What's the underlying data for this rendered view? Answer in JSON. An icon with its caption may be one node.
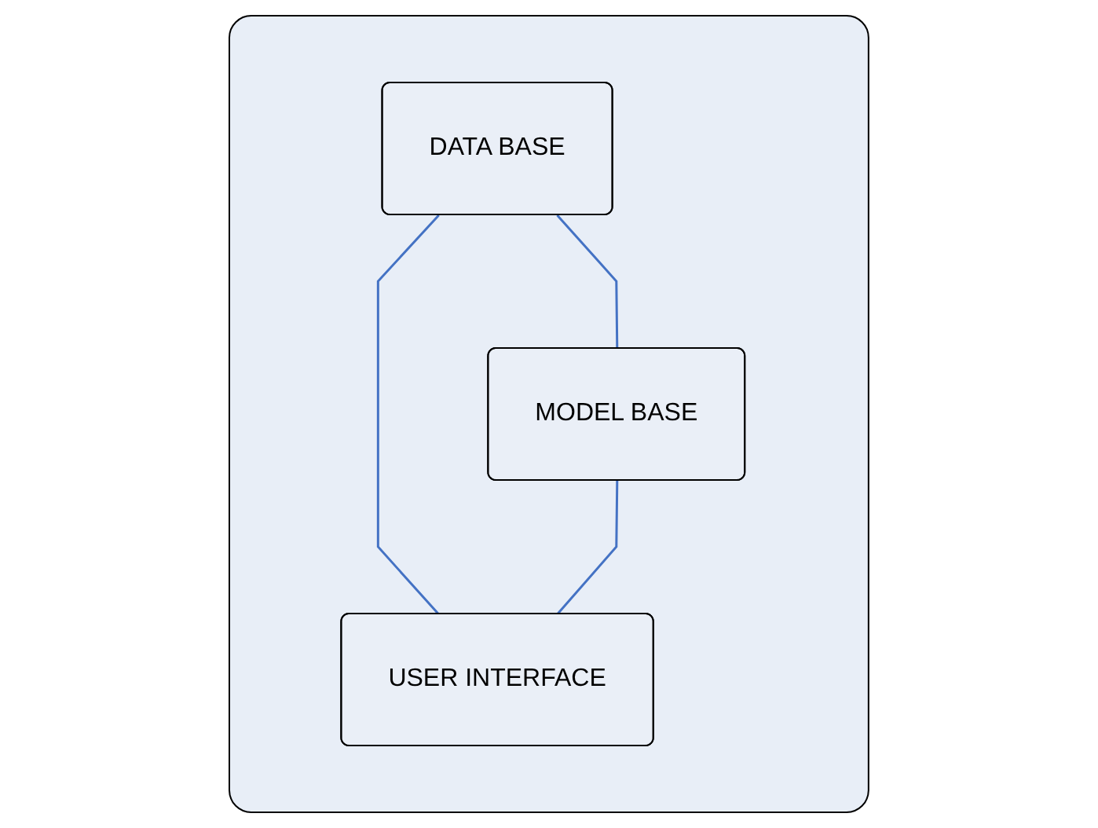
{
  "diagram": {
    "nodes": [
      {
        "text": [],
        "shape": "box"
      },
      {
        "text": [
          "DATA BASE"
        ],
        "in": 0
      },
      {
        "text": [
          "MODEL BASE"
        ],
        "in": 0
      },
      {
        "text": [
          "USER INTERFACE"
        ],
        "in": 0
      }
    ],
    "edges": [
      {
        "from": 1,
        "to": 2,
        "arrow": "none"
      },
      {
        "from": 1,
        "to": 3,
        "arrow": "none"
      },
      {
        "from": 2,
        "to": 3,
        "arrow": "none"
      }
    ]
  }
}
